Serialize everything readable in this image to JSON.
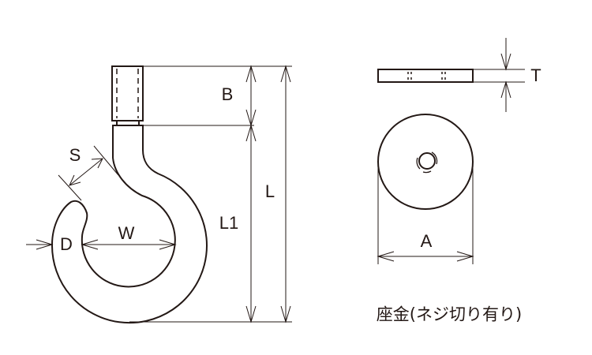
{
  "labels": {
    "B": "B",
    "L": "L",
    "L1": "L1",
    "S": "S",
    "W": "W",
    "D": "D",
    "T": "T",
    "A": "A"
  },
  "caption": "座金(ネジ切り有り)",
  "colors": {
    "line": "#231815",
    "background": "#ffffff"
  }
}
